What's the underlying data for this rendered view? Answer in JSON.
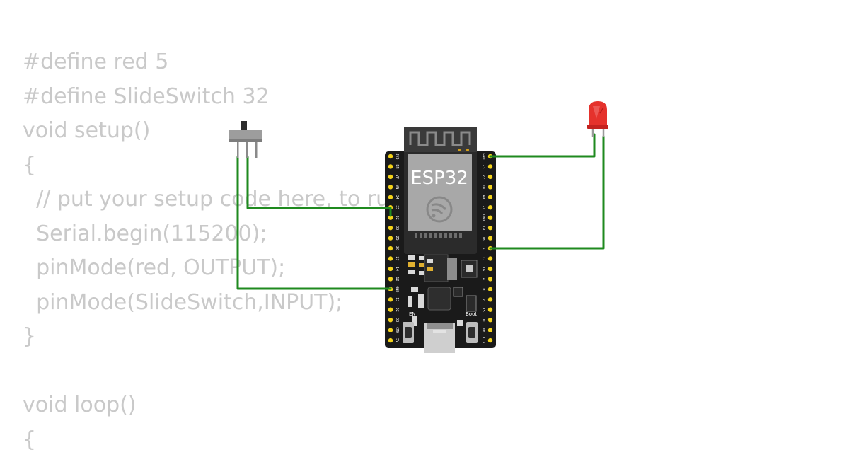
{
  "code_lines": [
    "#define red 5",
    "#define SlideSwitch 32",
    "void setup()",
    "{",
    "  // put your setup code here, to run once:",
    "  Serial.begin(115200);",
    "  pinMode(red, OUTPUT);",
    "  pinMode(SlideSwitch,INPUT);",
    "}",
    "",
    "void loop()",
    "{"
  ],
  "board": {
    "name": "ESP32",
    "en_label": "EN",
    "boot_label": "Boot",
    "left_pins": [
      "3V3",
      "EN",
      "VP",
      "VN",
      "34",
      "35",
      "32",
      "33",
      "25",
      "26",
      "27",
      "14",
      "12",
      "GND",
      "13",
      "D2",
      "D3",
      "CMD",
      "5V"
    ],
    "right_pins": [
      "GND",
      "23",
      "22",
      "TX",
      "RX",
      "21",
      "GND",
      "19",
      "18",
      "5",
      "17",
      "16",
      "4",
      "0",
      "2",
      "15",
      "D1",
      "D0",
      "CLK"
    ]
  },
  "components": {
    "led_color": "red",
    "slide_switch": "slide-switch"
  },
  "colors": {
    "wire": "#1f8a1f",
    "board": "#1a1a1a",
    "pin": "#f4d31a",
    "led": "#e5322c",
    "code_text": "#c9c9c9"
  }
}
